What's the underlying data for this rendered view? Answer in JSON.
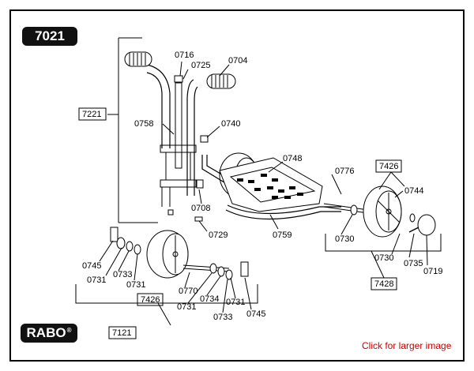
{
  "model_number": "7021",
  "brand": "RABO",
  "brand_mark": "®",
  "enlarge_link": "Click for larger image",
  "colors": {
    "frame": "#000000",
    "link": "#cc0000",
    "badge": "#111111"
  },
  "labels": {
    "p0716": "0716",
    "p0725": "0725",
    "p0704": "0704",
    "p0758": "0758",
    "p0740": "0740",
    "p0748": "0748",
    "p0776": "0776",
    "p0744": "0744",
    "p0708": "0708",
    "p0729": "0729",
    "p0759": "0759",
    "p0730a": "0730",
    "p0730b": "0730",
    "p0735": "0735",
    "p0719": "0719",
    "p0745a": "0745",
    "p0731a": "0731",
    "p0733a": "0733",
    "p0731b": "0731",
    "p0770": "0770",
    "p0731c": "0731",
    "p0734": "0734",
    "p0731d": "0731",
    "p0733b": "0733",
    "p0745b": "0745"
  },
  "boxed_labels": {
    "b7221": "7221",
    "b7426a": "7426",
    "b7428": "7428",
    "b7426b": "7426",
    "b7121": "7121"
  }
}
